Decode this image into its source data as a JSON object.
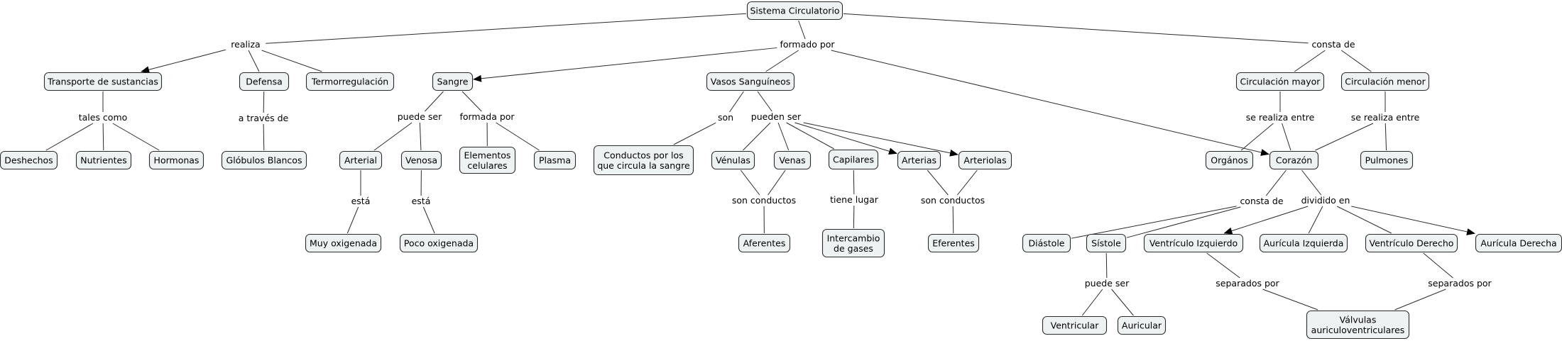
{
  "concepts": {
    "root": "Sistema Circulatorio",
    "transporte": "Transporte de sustancias",
    "defensa": "Defensa",
    "termo": "Termorregulación",
    "sangre": "Sangre",
    "vasos": "Vasos Sanguíneos",
    "circ_mayor": "Circulación mayor",
    "circ_menor": "Circulación menor",
    "deshechos": "Deshechos",
    "nutrientes": "Nutrientes",
    "hormonas": "Hormonas",
    "globulos": "Glóbulos Blancos",
    "arterial": "Arterial",
    "venosa": "Venosa",
    "elementos": [
      "Elementos",
      "celulares"
    ],
    "plasma": "Plasma",
    "conductos": [
      "Conductos por los",
      "que circula la sangre"
    ],
    "venulas": "Vénulas",
    "venas": "Venas",
    "capilares": "Capilares",
    "arterias": "Arterias",
    "arteriolas": "Arteriolas",
    "organos": "Orgános",
    "corazon": "Corazón",
    "pulmones": "Pulmones",
    "muy_oxi": "Muy oxigenada",
    "poco_oxi": "Poco oxigenada",
    "aferentes": "Aferentes",
    "intercambio": [
      "Intercambio",
      "de gases"
    ],
    "eferentes": "Eferentes",
    "diastole": "Diástole",
    "sistole": "Sístole",
    "vent_izq": "Ventrículo Izquierdo",
    "aur_izq": "Aurícula Izquierda",
    "vent_der": "Ventrículo Derecho",
    "aur_der": "Aurícula Derecha",
    "ventricular": "Ventricular",
    "auricular": "Auricular",
    "valvulas": [
      "Válvulas",
      "auriculoventriculares"
    ]
  },
  "phrases": {
    "realiza": "realiza",
    "formado_por": "formado por",
    "consta_de_1": "consta de",
    "tales_como": "tales como",
    "a_traves_de": "a través de",
    "puede_ser_1": "puede ser",
    "formada_por": "formada por",
    "son": "son",
    "pueden_ser": "pueden ser",
    "se_realiza_1": "se realiza entre",
    "se_realiza_2": "se realiza entre",
    "esta_1": "está",
    "esta_2": "está",
    "son_conductos_1": "son conductos",
    "tiene_lugar": "tiene lugar",
    "son_conductos_2": "son conductos",
    "consta_de_2": "consta de",
    "dividido_en": "dividido en",
    "puede_ser_2": "puede ser",
    "separados_1": "separados por",
    "separados_2": "separados por"
  }
}
